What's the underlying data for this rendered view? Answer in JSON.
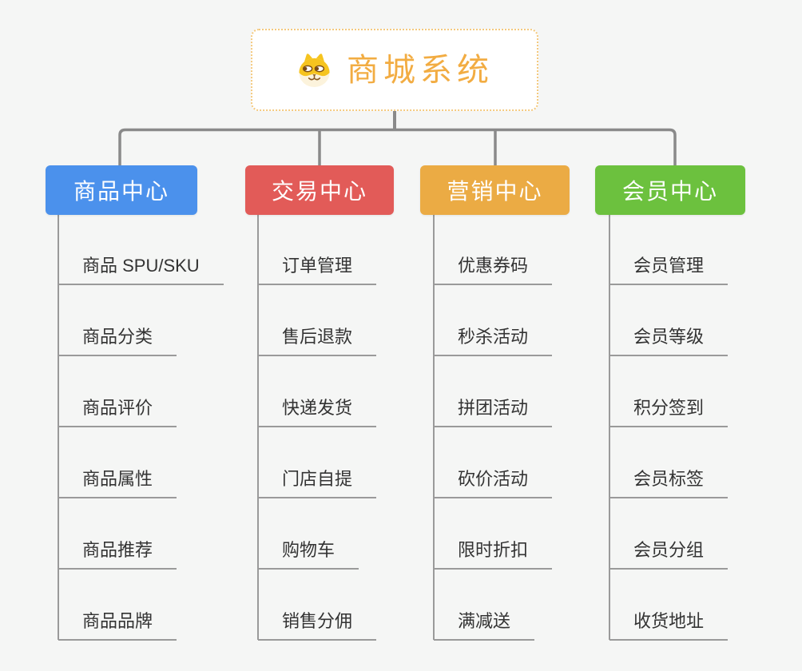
{
  "root": {
    "title": "商城系统",
    "icon": "dog-face",
    "text_color": "#F2AC42",
    "border_color": "#F4C97E"
  },
  "colors": {
    "background": "#F5F6F5",
    "connector": "#8A8A8A",
    "leaf_line": "#9A9A9A",
    "leaf_text": "#333333"
  },
  "branches": [
    {
      "label": "商品中心",
      "color": "#4B91EC",
      "children": [
        "商品 SPU/SKU",
        "商品分类",
        "商品评价",
        "商品属性",
        "商品推荐",
        "商品品牌"
      ]
    },
    {
      "label": "交易中心",
      "color": "#E25B58",
      "children": [
        "订单管理",
        "售后退款",
        "快递发货",
        "门店自提",
        "购物车",
        "销售分佣"
      ]
    },
    {
      "label": "营销中心",
      "color": "#EBAB44",
      "children": [
        "优惠券码",
        "秒杀活动",
        "拼团活动",
        "砍价活动",
        "限时折扣",
        "满减送"
      ]
    },
    {
      "label": "会员中心",
      "color": "#6CC13E",
      "children": [
        "会员管理",
        "会员等级",
        "积分签到",
        "会员标签",
        "会员分组",
        "收货地址"
      ]
    }
  ]
}
